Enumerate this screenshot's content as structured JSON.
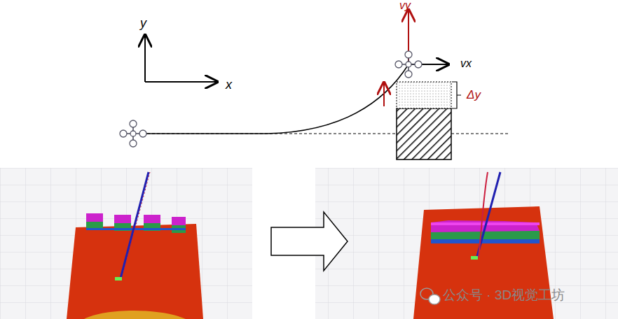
{
  "diagram": {
    "labels": [
      "y",
      "x",
      "vy",
      "vx",
      "Δy",
      "公众号 · 3D视觉工坊"
    ]
  }
}
